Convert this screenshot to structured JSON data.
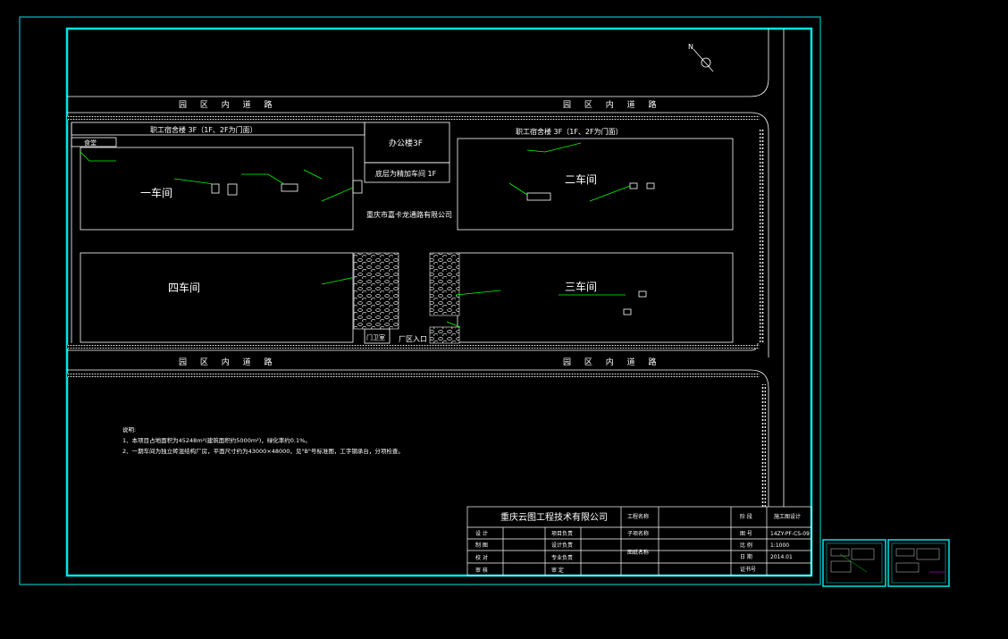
{
  "roads": {
    "top_left": "园 区 内 道 路",
    "top_right": "园 区 内 道 路",
    "bottom_left": "园 区 内 道 路",
    "bottom_right": "园 区 内 道 路"
  },
  "buildings": {
    "dorm_left": "职工宿舍楼  3F（1F、2F为门面）",
    "dorm_right": "职工宿舍楼  3F（1F、2F为门面）",
    "canteen": "食堂",
    "office": "办公楼3F",
    "office_sub": "底层为精加车间 1F",
    "company": "重庆市嘉卡龙通路有限公司",
    "hall1": "一车间",
    "hall2": "二车间",
    "hall3": "三车间",
    "hall4": "四车间",
    "gate_house": "门卫室",
    "entrance": "厂区入口"
  },
  "north": "N",
  "notes": {
    "title": "说明:",
    "line1": "1、本项目占地面积为45248m²(建筑面积约5000m²)，绿化率约0.1%。",
    "line2": "2、一期车间为独立砖混结构厂房，平面尺寸约为43000×48000，见\"B\"号标准图，工字钢承台，分项检查。"
  },
  "title_block": {
    "company": "重庆云图工程技术有限公司",
    "project_label": "工程名称",
    "sub_label": "子项名称",
    "drawing_label": "图纸名称",
    "stage_label": "阶 段",
    "stage_value": "施工图设计",
    "no_label": "图 号",
    "no_value": "14ZY-PF-CS-09",
    "scale_label": "比 例",
    "scale_value": "1:1000",
    "date_label": "日 期",
    "date_value": "2014.01",
    "cert_label": "证书号",
    "rows": [
      {
        "role": "设 计",
        "role2": "项目负责"
      },
      {
        "role": "制 图",
        "role2": "设计负责"
      },
      {
        "role": "校 对",
        "role2": "专业负责"
      },
      {
        "role": "审 核",
        "role2": "审 定"
      }
    ]
  },
  "colors": {
    "frame": "#00e5e5",
    "line": "#ffffff",
    "callout": "#00ff00",
    "accent": "#ff00ff"
  }
}
